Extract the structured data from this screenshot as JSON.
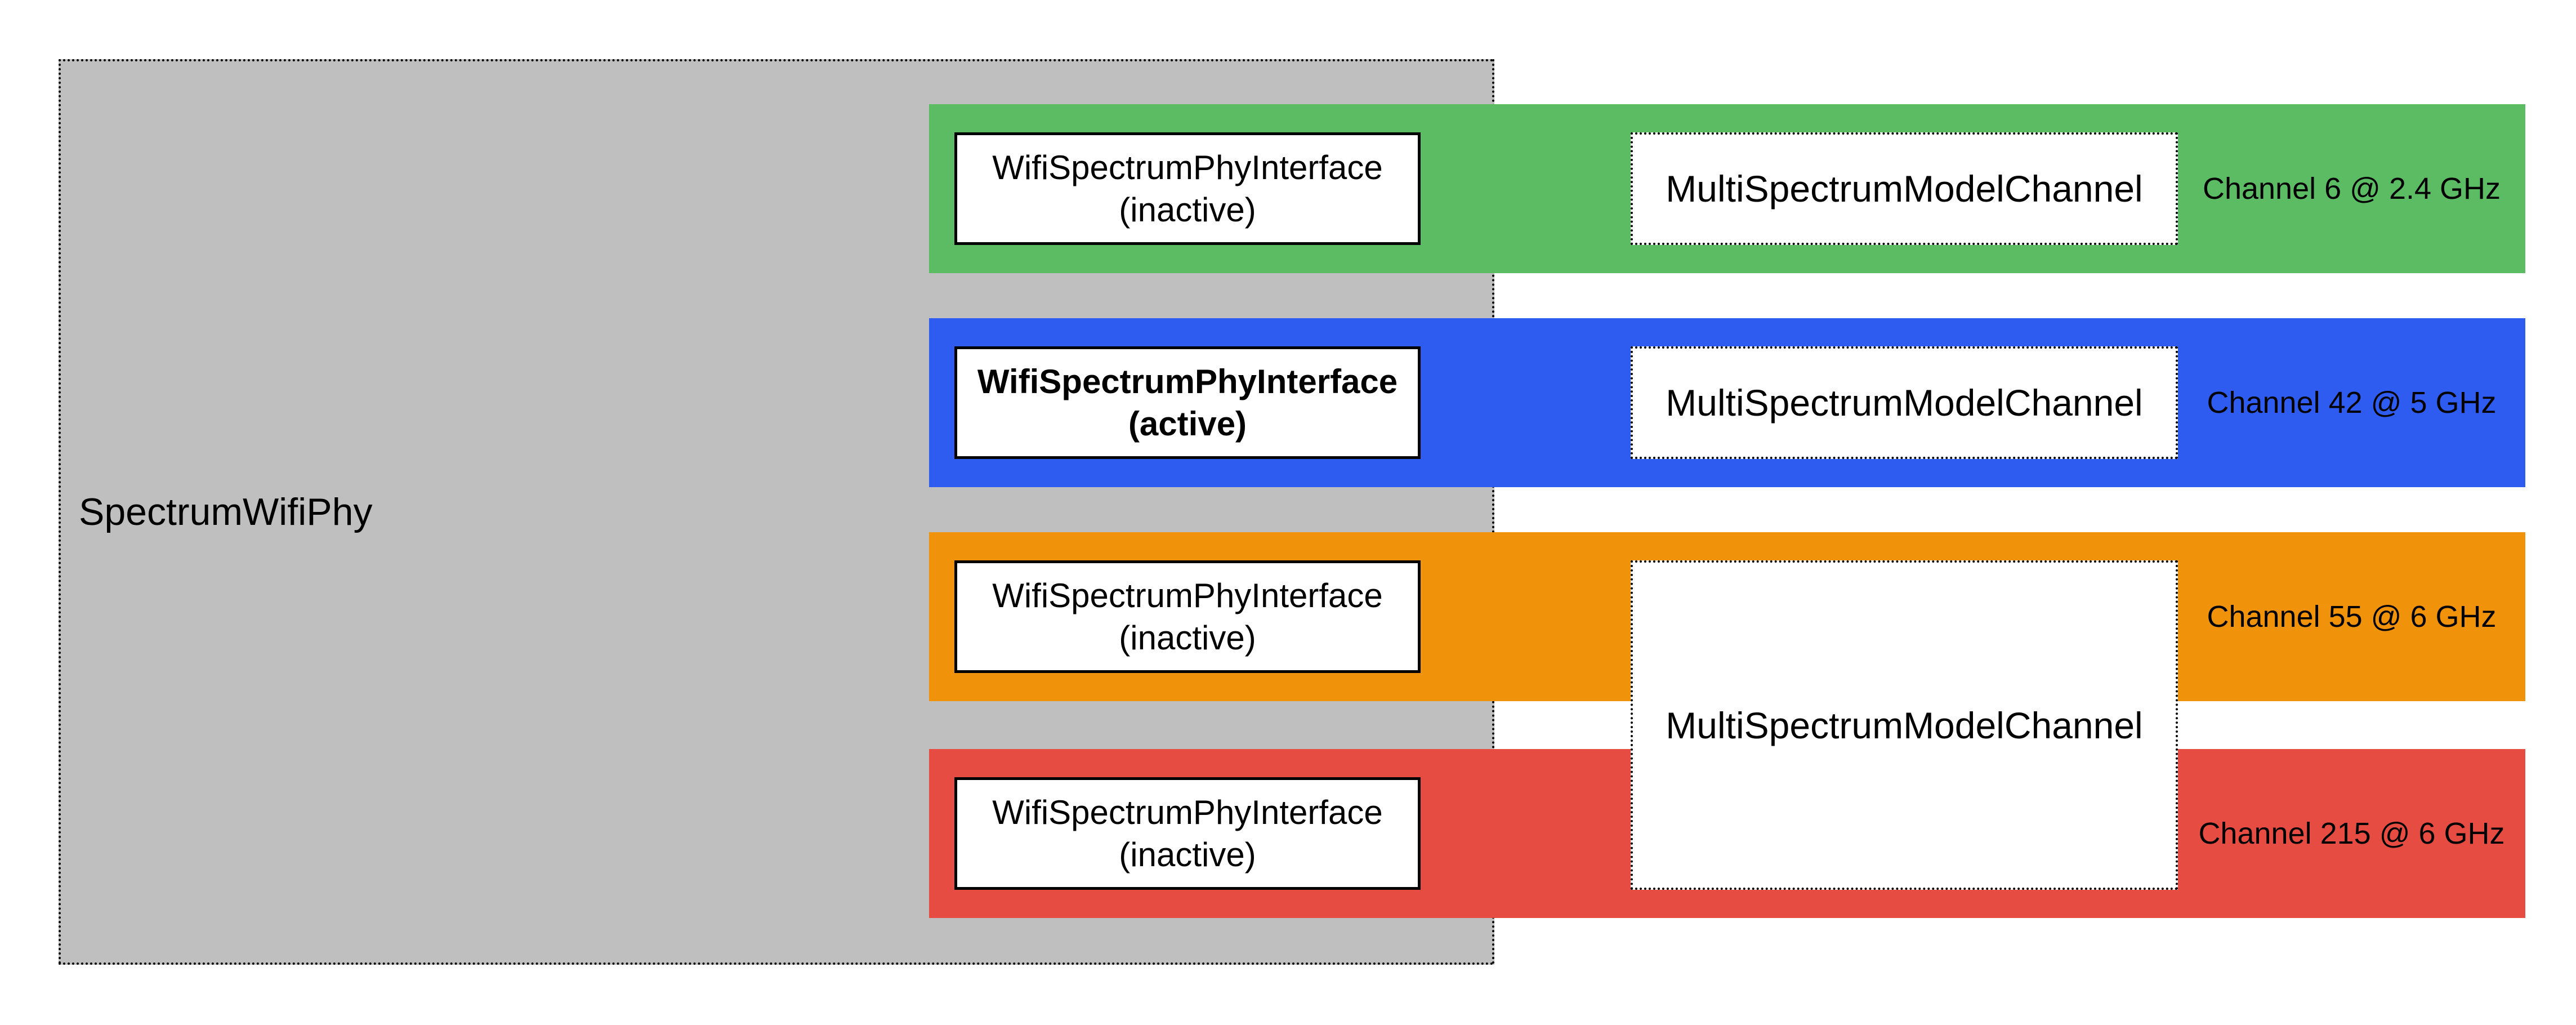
{
  "diagram": {
    "container_label": "SpectrumWifiPhy",
    "container_fill": "#bfbfbf",
    "background": "#ffffff",
    "text_color": "#000000",
    "shared_channel_label": "MultiSpectrumModelChannel",
    "rows": [
      {
        "interface_name": "WifiSpectrumPhyInterface",
        "interface_state": "(inactive)",
        "active": false,
        "spectrum_channel": "MultiSpectrumModelChannel",
        "channel_label": "Channel 6 @ 2.4 GHz",
        "color": "#5cbc64"
      },
      {
        "interface_name": "WifiSpectrumPhyInterface",
        "interface_state": "(active)",
        "active": true,
        "spectrum_channel": "MultiSpectrumModelChannel",
        "channel_label": "Channel 42 @ 5 GHz",
        "color": "#2e5cf0"
      },
      {
        "interface_name": "WifiSpectrumPhyInterface",
        "interface_state": "(inactive)",
        "active": false,
        "channel_label": "Channel 55 @ 6 GHz",
        "color": "#f0920a"
      },
      {
        "interface_name": "WifiSpectrumPhyInterface",
        "interface_state": "(inactive)",
        "active": false,
        "channel_label": "Channel 215 @ 6 GHz",
        "color": "#e64c41"
      }
    ]
  }
}
